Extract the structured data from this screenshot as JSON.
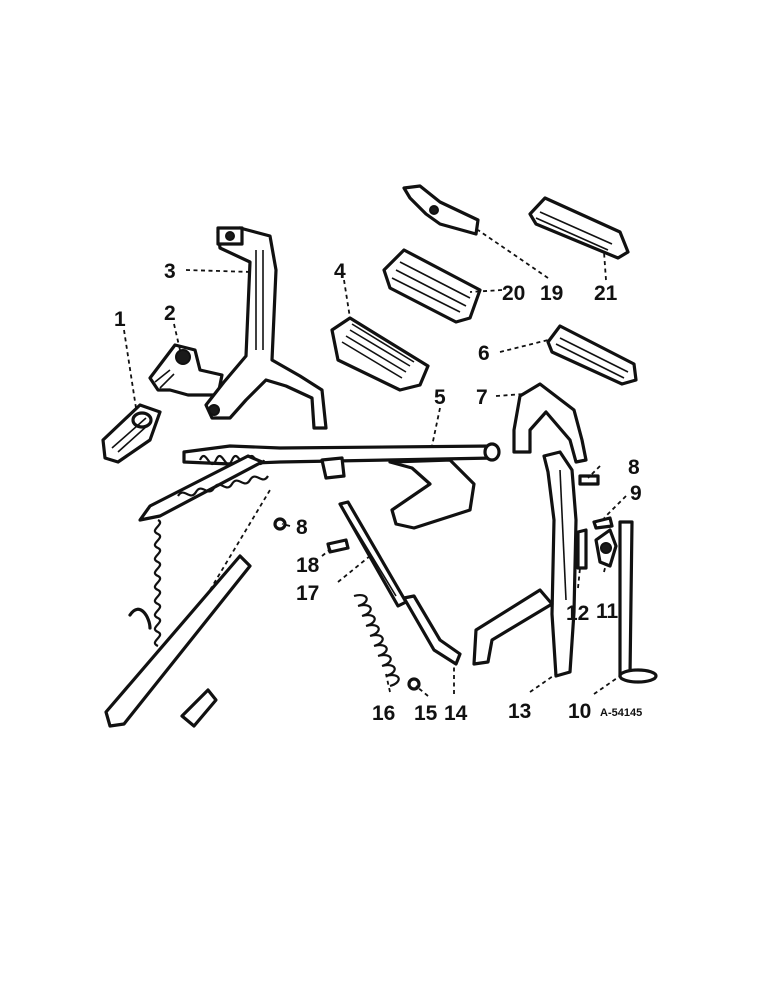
{
  "callouts": {
    "c1": "1",
    "c2": "2",
    "c3": "3",
    "c4": "4",
    "c5": "5",
    "c6": "6",
    "c7": "7",
    "c8a": "8",
    "c8b": "8",
    "c9": "9",
    "c10": "10",
    "c11": "11",
    "c12": "12",
    "c13": "13",
    "c14": "14",
    "c15": "15",
    "c16": "16",
    "c17": "17",
    "c18": "18",
    "c19": "19",
    "c20": "20",
    "c21": "21"
  },
  "drawing_ref": "A-54145"
}
